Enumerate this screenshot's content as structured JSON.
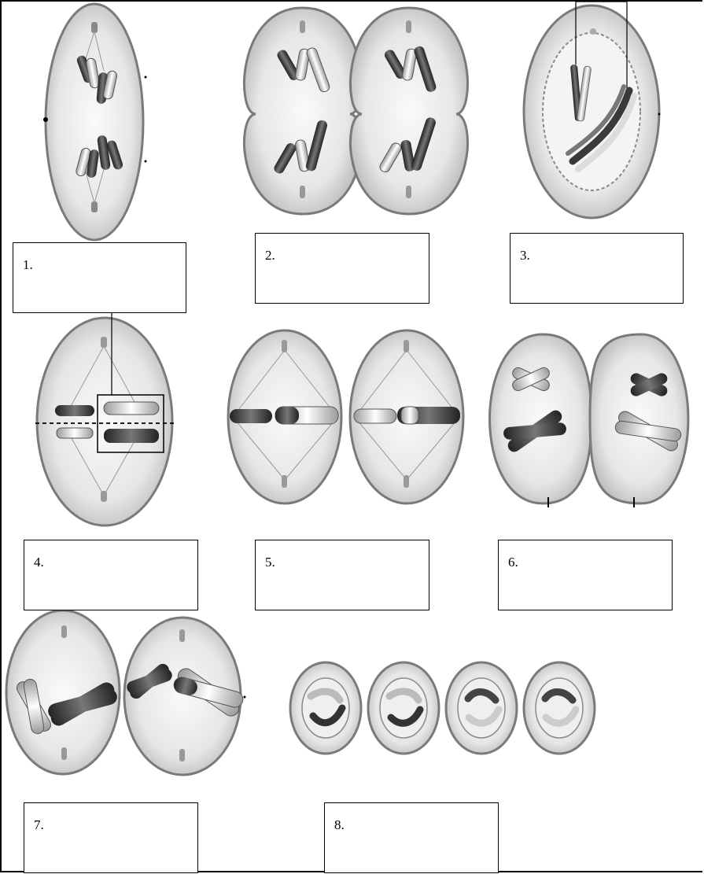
{
  "figure": {
    "theme_colors": {
      "cell_fill": "#d9d9d9",
      "cell_edge": "#7a7a7a",
      "chromosome_dark": "#3a3a3a",
      "chromosome_light": "#f2f2f2",
      "spindle": "#9a9a9a"
    },
    "panels": [
      {
        "id": "1",
        "label": "1."
      },
      {
        "id": "2",
        "label": "2."
      },
      {
        "id": "3",
        "label": "3."
      },
      {
        "id": "4",
        "label": "4."
      },
      {
        "id": "5",
        "label": "5."
      },
      {
        "id": "6",
        "label": "6."
      },
      {
        "id": "7",
        "label": "7."
      },
      {
        "id": "8",
        "label": "8."
      }
    ]
  }
}
